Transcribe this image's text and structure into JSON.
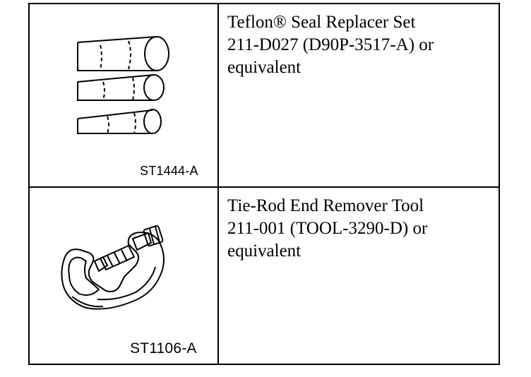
{
  "rows": [
    {
      "illustration": "seal-replacer-set-illustration",
      "ref_code": "ST1444-A",
      "description_lines": [
        "Teflon® Seal Replacer Set",
        "211-D027 (D90P-3517-A) or",
        "equivalent"
      ]
    },
    {
      "illustration": "tie-rod-end-remover-illustration",
      "ref_code": "ST1106-A",
      "description_lines": [
        "Tie-Rod End Remover Tool",
        "211-001 (TOOL-3290-D) or",
        "equivalent"
      ]
    }
  ]
}
